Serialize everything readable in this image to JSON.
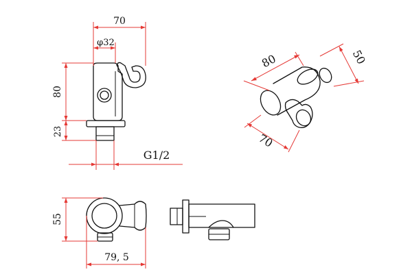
{
  "drawing": {
    "front_view": {
      "width_label": "70",
      "diameter_label": "φ32",
      "body_height_label": "80",
      "nut_height_label": "23",
      "thread_label": "G1/2"
    },
    "iso_view": {
      "length_label": "80",
      "depth_label": "50",
      "width_label": "70"
    },
    "top_view": {
      "height_label": "55",
      "width_label": "79, 5"
    },
    "colors": {
      "dimension": "#e53935",
      "outline": "#111111",
      "background": "#ffffff"
    }
  }
}
